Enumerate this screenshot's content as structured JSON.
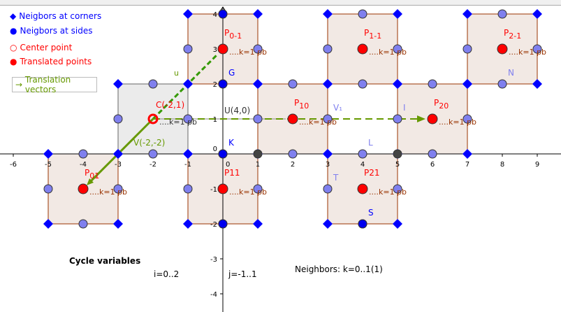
{
  "legend": [
    {
      "symbol": "diamond",
      "label": "Neigbors at corners",
      "color": "#0000ff"
    },
    {
      "symbol": "dot",
      "label": "Neigbors at sides",
      "color": "#0000ff"
    },
    {
      "symbol": "ring",
      "label": "Center point",
      "color": "#ff0000"
    },
    {
      "symbol": "filled",
      "label": "Translated points",
      "color": "#ff0000"
    }
  ],
  "vectors_box": {
    "arrow": "→",
    "label": "Translation vectors"
  },
  "cycle": {
    "title": "Cycle variables",
    "i": "i=0..2",
    "j": "j=-1..1",
    "neighbors": "Neighbors: k=0..1(1)"
  },
  "colors": {
    "square_fill": "#f2e9e4",
    "square_edge": "#993300",
    "gray_fill": "#ebebeb",
    "corner": "#0000ff",
    "side": "#8080ee",
    "red": "#ff0000",
    "green": "#669900",
    "brown": "#993300"
  },
  "axes": {
    "xticks": [
      -6,
      -5,
      -4,
      -3,
      -2,
      -1,
      1,
      2,
      3,
      4,
      5,
      6,
      7,
      8,
      9
    ],
    "yticks": [
      -4,
      -3,
      -2,
      -1,
      1,
      2,
      3,
      4
    ],
    "origin": "0"
  },
  "center": {
    "x": -2,
    "y": 1,
    "label": "C(-2,1)",
    "k": "....k=1 pb"
  },
  "points": [
    {
      "x": 0,
      "y": 3,
      "name": "P",
      "sub": "0-1",
      "k": "....k=1 pb"
    },
    {
      "x": 4,
      "y": 3,
      "name": "P",
      "sub": "1-1",
      "k": "....k=1 pb"
    },
    {
      "x": 8,
      "y": 3,
      "name": "P",
      "sub": "2-1",
      "k": "....k=1 pb"
    },
    {
      "x": 2,
      "y": 1,
      "name": "P",
      "sub": "10",
      "k": "....k=1 pb"
    },
    {
      "x": 6,
      "y": 1,
      "name": "P",
      "sub": "20",
      "k": "....k=1 pb"
    },
    {
      "x": -4,
      "y": -1,
      "name": "P",
      "sub": "01",
      "k": "....k=1 pb"
    },
    {
      "x": 0,
      "y": -1,
      "name": "P11",
      "sub": "",
      "k": "....k=1 pb"
    },
    {
      "x": 4,
      "y": -1,
      "name": "P21",
      "sub": "",
      "k": "....k=1 pb"
    }
  ],
  "dark_points": [
    {
      "x": 0,
      "y": 4
    },
    {
      "x": 0,
      "y": 2
    },
    {
      "x": 0,
      "y": 0
    },
    {
      "x": 0,
      "y": -2
    },
    {
      "x": 4,
      "y": -2
    }
  ],
  "gray_points": [
    {
      "x": 1,
      "y": 0
    },
    {
      "x": 5,
      "y": 0
    }
  ],
  "point_labels": [
    {
      "x": 0,
      "y": 2,
      "text": "G",
      "color": "#0000ff"
    },
    {
      "x": 0,
      "y": 0,
      "text": "K",
      "color": "#0000ff"
    },
    {
      "x": 4,
      "y": 0,
      "text": "L",
      "color": "#8080ee"
    },
    {
      "x": 3,
      "y": 1,
      "text": "V₁",
      "color": "#8080ee"
    },
    {
      "x": 5,
      "y": 1,
      "text": "I",
      "color": "#8080ee"
    },
    {
      "x": 3,
      "y": -1,
      "text": "T",
      "color": "#8080ee"
    },
    {
      "x": 4,
      "y": -2,
      "text": "S",
      "color": "#0000ff"
    },
    {
      "x": 8,
      "y": 2,
      "text": "N",
      "color": "#8080ee"
    }
  ],
  "vector_labels": {
    "u": "u",
    "U": "U(4,0)",
    "V": "V(-2,-2)"
  }
}
